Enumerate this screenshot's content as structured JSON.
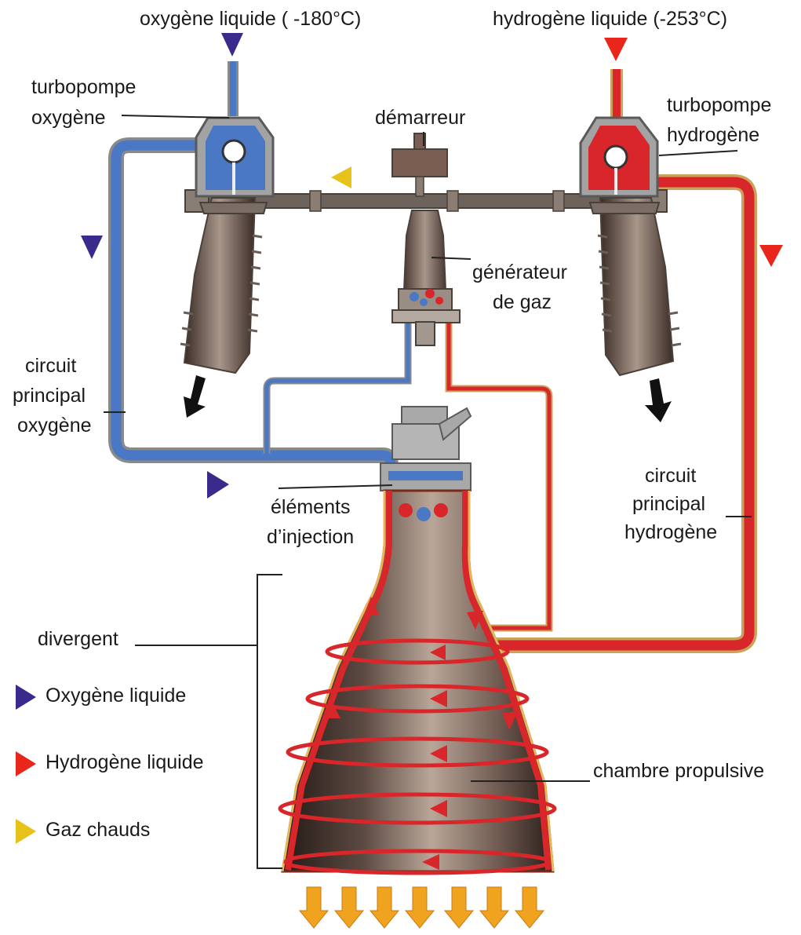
{
  "labels": {
    "oxygen_feed": "oxygène liquide ( -180°C)",
    "hydrogen_feed": "hydrogène liquide (-253°C)",
    "turbopump_oxygen_1": "turbopompe",
    "turbopump_oxygen_2": "oxygène",
    "turbopump_hydrogen_1": "turbopompe",
    "turbopump_hydrogen_2": "hydrogène",
    "starter": "démarreur",
    "gas_generator_1": "générateur",
    "gas_generator_2": "de gaz",
    "oxygen_circuit_1": "circuit",
    "oxygen_circuit_2": "principal",
    "oxygen_circuit_3": "oxygène",
    "hydrogen_circuit_1": "circuit",
    "hydrogen_circuit_2": "principal",
    "hydrogen_circuit_3": "hydrogène",
    "injection_1": "éléments",
    "injection_2": "d’injection",
    "divergent": "divergent",
    "chamber": "chambre propulsive"
  },
  "legend": [
    {
      "label": "Oxygène liquide",
      "color": "#3a2a8c"
    },
    {
      "label": "Hydrogène liquide",
      "color": "#e8261c"
    },
    {
      "label": "Gaz chauds",
      "color": "#e6c21a"
    }
  ],
  "colors": {
    "oxygen": "#4a78c4",
    "hydrogen": "#d9262a",
    "hot_gas": "#e6c21a",
    "exhaust": "#f0a31e",
    "metal": "#8a7d74"
  }
}
